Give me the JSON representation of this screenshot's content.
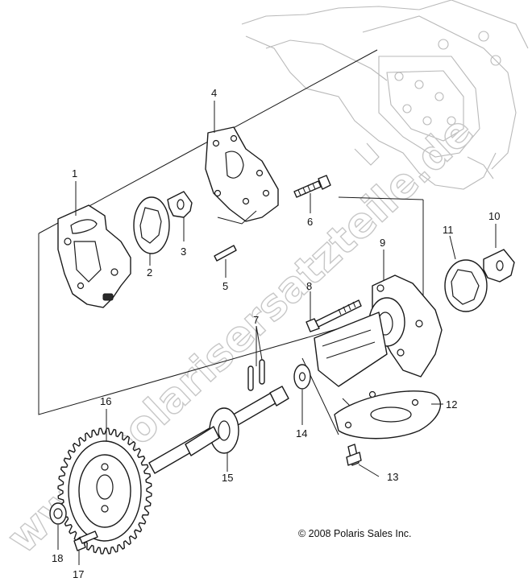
{
  "watermark": "www.polarisersatzteile.de",
  "copyright": "© 2008 Polaris Sales Inc.",
  "callouts": {
    "c1": "1",
    "c2": "2",
    "c3": "3",
    "c4": "4",
    "c5": "5",
    "c6": "6",
    "c7": "7",
    "c8": "8",
    "c9": "9",
    "c10": "10",
    "c11": "11",
    "c12": "12",
    "c13": "13",
    "c14": "14",
    "c15": "15",
    "c16": "16",
    "c17": "17",
    "c18": "18"
  }
}
